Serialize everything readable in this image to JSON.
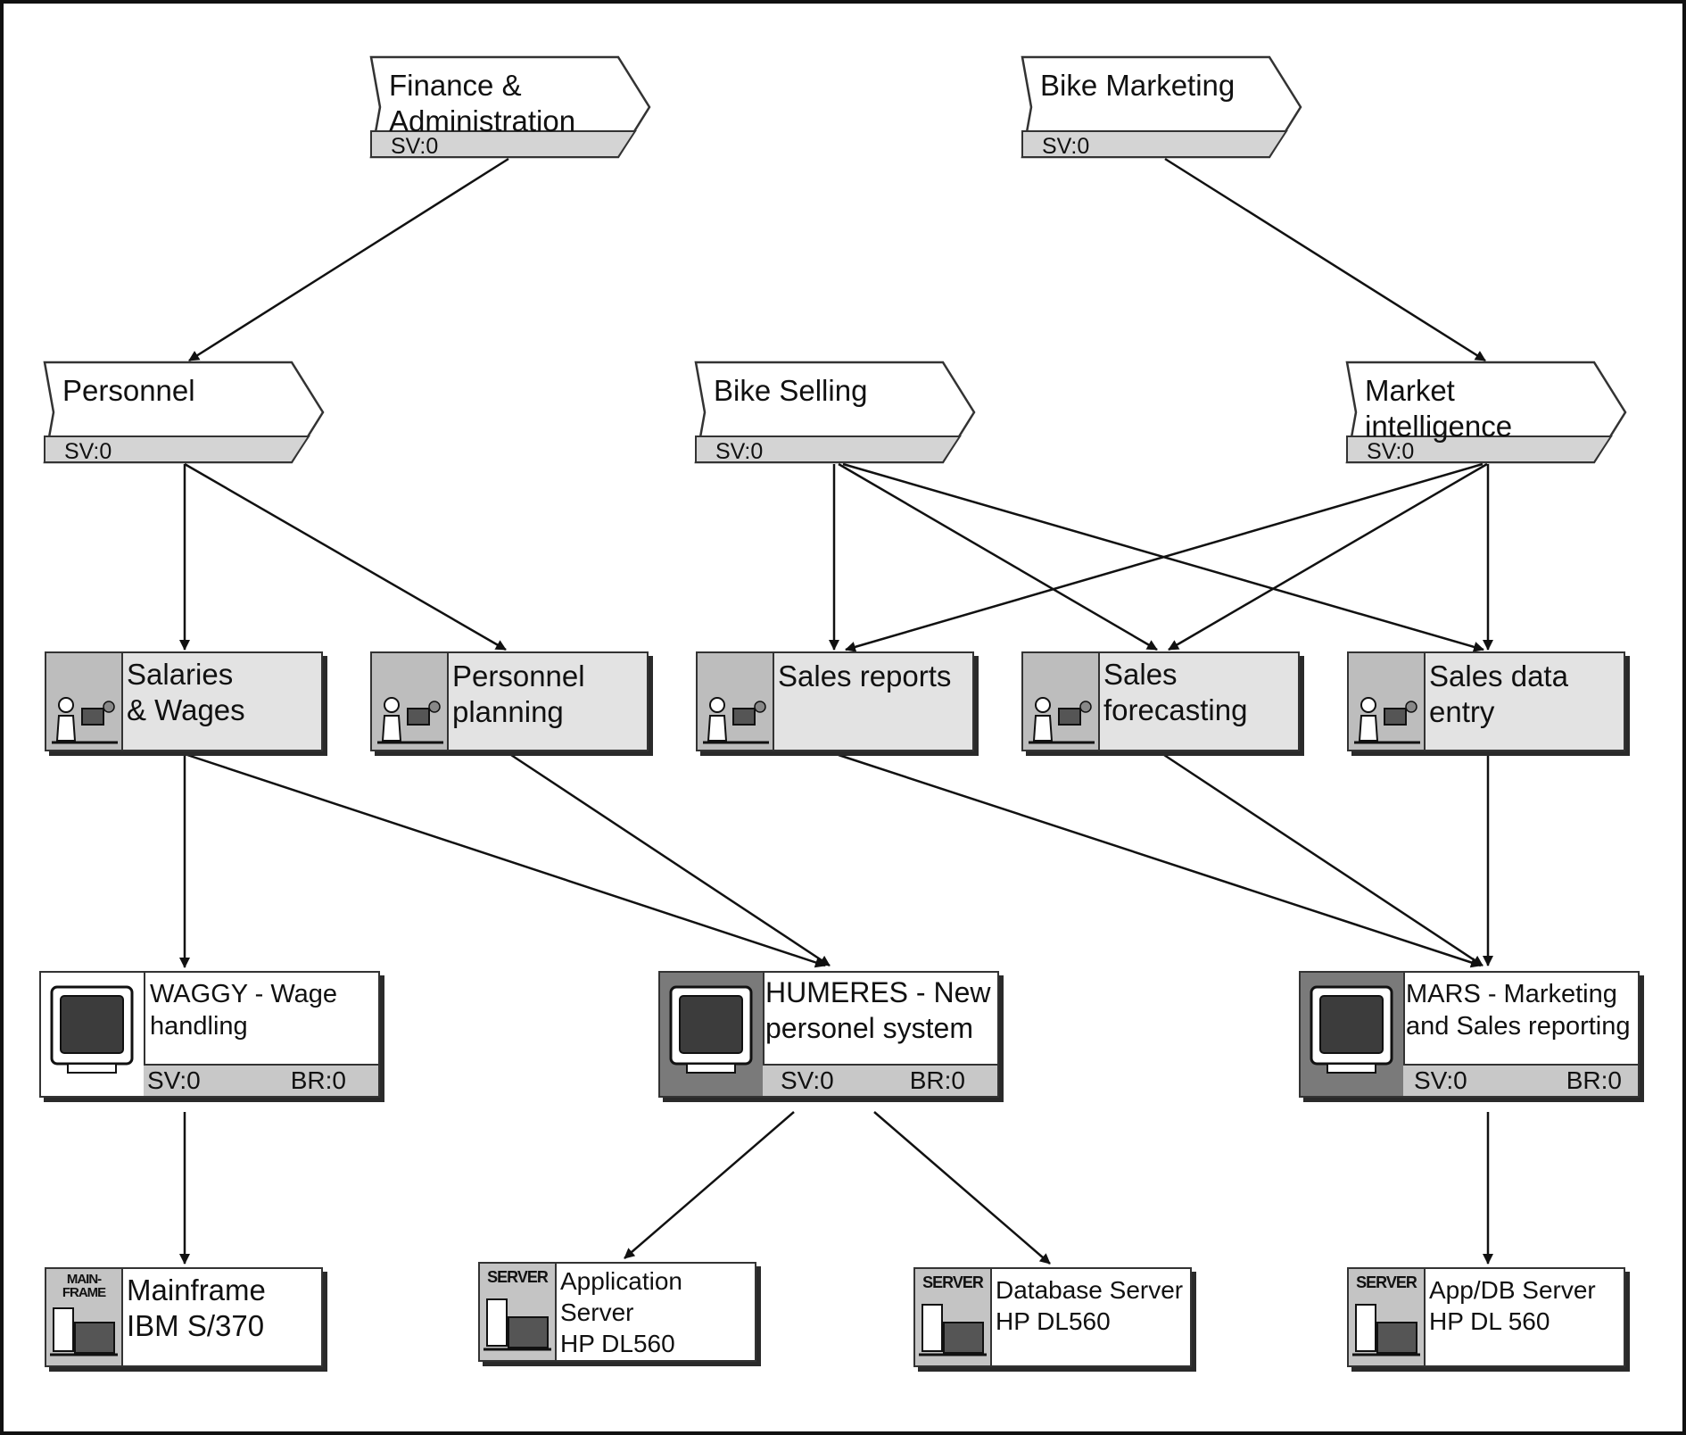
{
  "process_nodes": {
    "finance": {
      "title": [
        "Finance &",
        "Administration"
      ],
      "sv": "SV:0"
    },
    "bike_marketing": {
      "title": [
        "Bike Marketing"
      ],
      "sv": "SV:0"
    },
    "personnel": {
      "title": [
        "Personnel"
      ],
      "sv": "SV:0"
    },
    "bike_selling": {
      "title": [
        "Bike Selling"
      ],
      "sv": "SV:0"
    },
    "market_intelligence": {
      "title": [
        "Market",
        "intelligence"
      ],
      "sv": "SV:0"
    }
  },
  "activity_nodes": {
    "salaries": {
      "title": [
        "Salaries",
        "& Wages"
      ]
    },
    "personnel_planning": {
      "title": [
        "Personnel",
        "planning"
      ]
    },
    "sales_reports": {
      "title": [
        "Sales reports"
      ]
    },
    "sales_forecasting": {
      "title": [
        "Sales",
        "forecasting"
      ]
    },
    "sales_data_entry": {
      "title": [
        "Sales data",
        "entry"
      ]
    }
  },
  "system_nodes": {
    "waggy": {
      "title": [
        "WAGGY - Wage",
        "handling"
      ],
      "sv": "SV:0",
      "br": "BR:0"
    },
    "humeres": {
      "title": [
        "HUMERES - New",
        "personel system"
      ],
      "sv": "SV:0",
      "br": "BR:0"
    },
    "mars": {
      "title": [
        "MARS - Marketing",
        "and Sales reporting"
      ],
      "sv": "SV:0",
      "br": "BR:0"
    }
  },
  "server_nodes": {
    "mainframe": {
      "icon_label": [
        "MAIN-",
        "FRAME"
      ],
      "title": [
        "Mainframe",
        "IBM S/370"
      ]
    },
    "app_server": {
      "icon_label": [
        "SERVER"
      ],
      "title": [
        "Application",
        "Server",
        "HP DL560"
      ]
    },
    "db_server": {
      "icon_label": [
        "SERVER"
      ],
      "title": [
        "Database Server",
        "HP DL560"
      ]
    },
    "appdb_server": {
      "icon_label": [
        "SERVER"
      ],
      "title": [
        "App/DB Server",
        "HP DL 560"
      ]
    }
  },
  "icons": {
    "process": "process-chevron-icon",
    "activity": "office-workers-icon",
    "system": "computer-monitor-icon",
    "server": "server-hardware-icon"
  },
  "colors": {
    "background": "#ffffff",
    "line": "#111111",
    "box_fill": "#e3e3e3",
    "bar_fill": "#c8c8c8",
    "icon_dark": "#7a7a7a"
  }
}
